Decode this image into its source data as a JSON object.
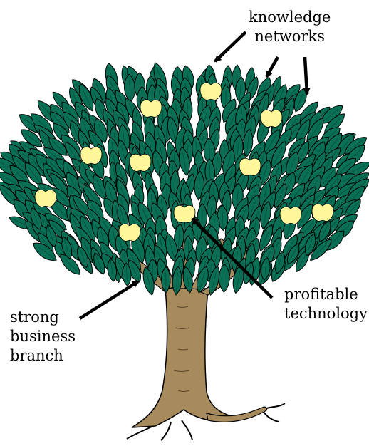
{
  "labels": {
    "knowledge_networks": [
      "knowledge",
      "networks"
    ],
    "profitable_technology": [
      "profitable",
      "technology"
    ],
    "strong_business_branch": [
      "strong",
      "business",
      "branch"
    ]
  },
  "colors": {
    "foliage": "#0a7055",
    "foliage_outline": "#000000",
    "apple": "#fff79a",
    "trunk": "#a88b5c",
    "arrow": "#000000"
  },
  "icons": {
    "tree": "apple-tree-icon",
    "leaf": "leaf-icon",
    "apple": "apple-icon",
    "arrow": "arrow-icon"
  }
}
